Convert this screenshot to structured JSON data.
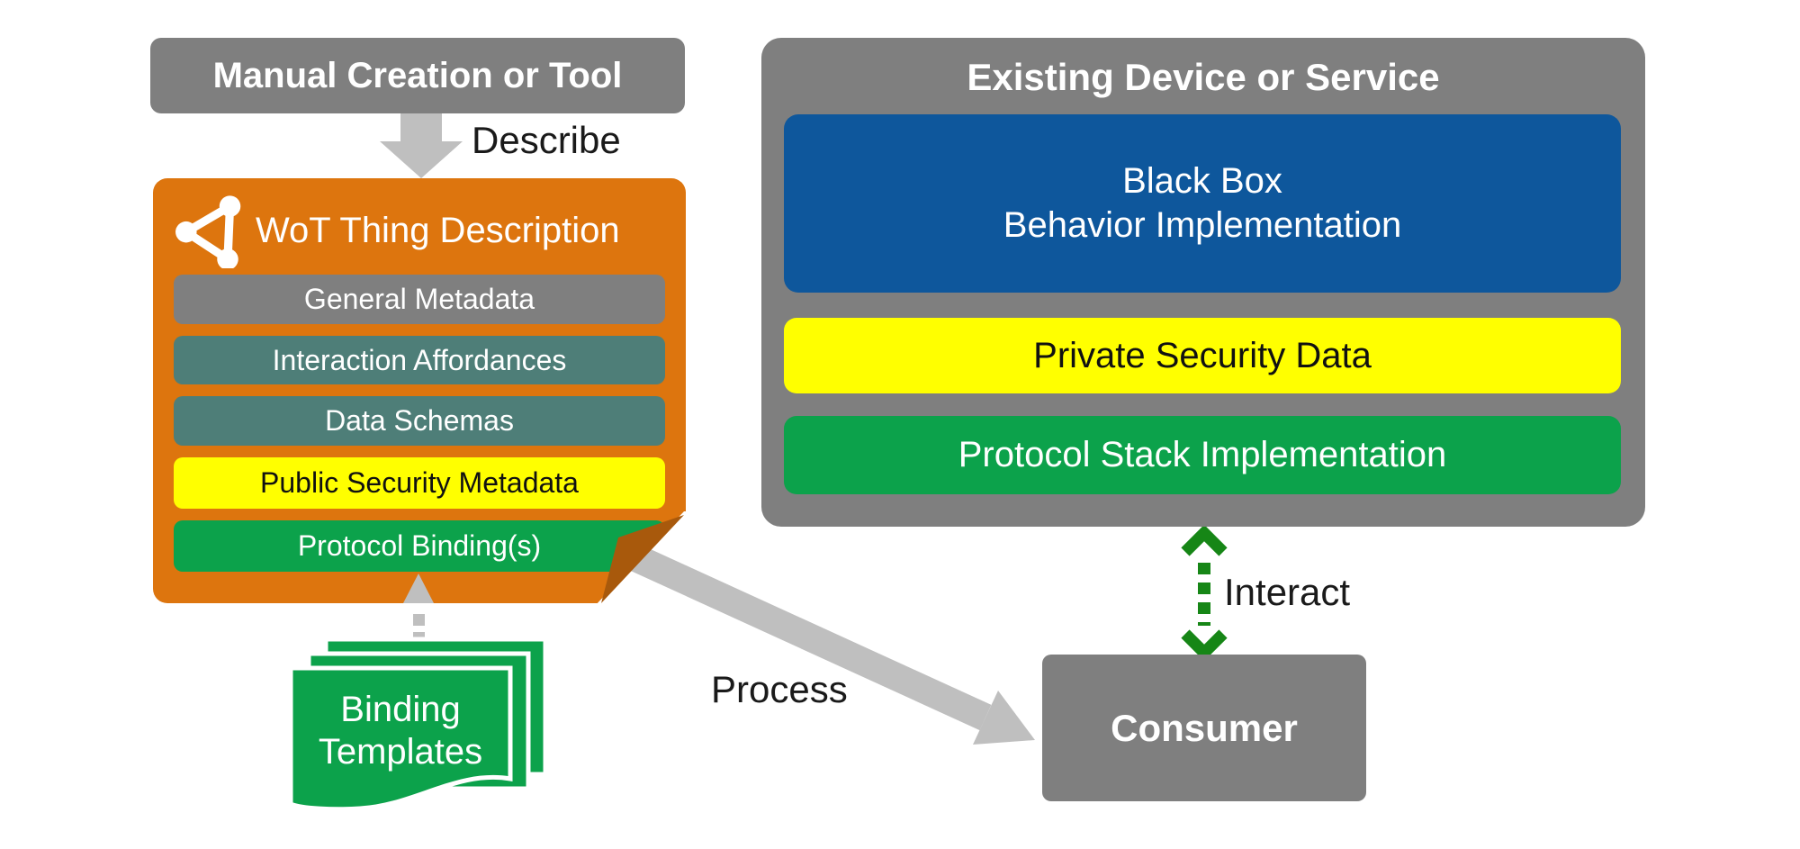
{
  "colors": {
    "box_gray": "#7F7F7F",
    "arrow_light_gray": "#BFBFBF",
    "orange": "#DD750E",
    "fold_dark_orange": "#A8590C",
    "teal": "#4E7E78",
    "yellow": "#FFFF00",
    "green": "#0CA24B",
    "blue": "#0E579C",
    "interact_green": "#168616",
    "label_black": "#1A1A1A"
  },
  "manual_box": {
    "title": "Manual Creation or Tool"
  },
  "arrows": {
    "describe_label": "Describe",
    "process_label": "Process",
    "interact_label": "Interact"
  },
  "thing_description": {
    "title": "WoT Thing Description",
    "icon": "wot-graph-icon",
    "rows": [
      {
        "label": "General Metadata",
        "color": "gray"
      },
      {
        "label": "Interaction Affordances",
        "color": "teal"
      },
      {
        "label": "Data Schemas",
        "color": "teal"
      },
      {
        "label": "Public Security Metadata",
        "color": "yellow"
      },
      {
        "label": "Protocol Binding(s)",
        "color": "green"
      }
    ]
  },
  "binding_templates": {
    "lines": [
      "Binding",
      "Templates"
    ]
  },
  "existing_device": {
    "title": "Existing Device or Service",
    "rows": [
      {
        "label": "Black Box\nBehavior Implementation",
        "color": "blue"
      },
      {
        "label": "Private Security Data",
        "color": "yellow"
      },
      {
        "label": "Protocol Stack Implementation",
        "color": "green"
      }
    ]
  },
  "consumer_box": {
    "title": "Consumer"
  }
}
